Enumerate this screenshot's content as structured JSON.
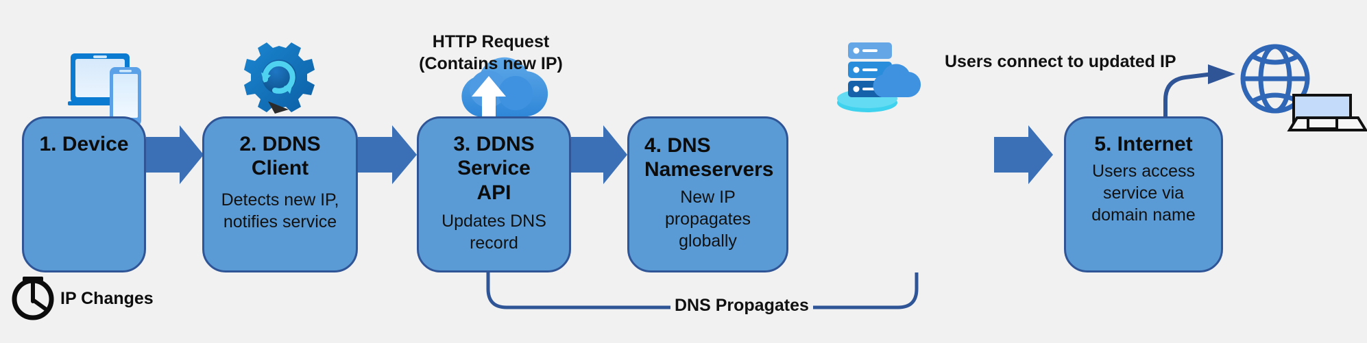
{
  "diagram": {
    "title": "Dynamic DNS update flow",
    "background_color": "#f1f1f1",
    "node_fill": "#5b9bd5",
    "node_stroke": "#2f5597",
    "arrow_color": "#3b6fb6",
    "connector_color": "#2f5597"
  },
  "nodes": [
    {
      "title": "1. Device",
      "desc": "",
      "icon": "devices-monitor-phone-icon"
    },
    {
      "title": "2. DDNS Client",
      "desc": "Detects new IP,\nnotifies service",
      "icon": "gear-sync-icon"
    },
    {
      "title": "3. DDNS Service\nAPI",
      "desc": "Updates DNS record",
      "icon": "cloud-upload-icon"
    },
    {
      "title": "4. DNS\nNameservers",
      "desc": "New IP propagates\nglobally",
      "icon": "dns-server-stack-icon"
    },
    {
      "title": "5. Internet",
      "desc": "Users access\nservice via\ndomain name",
      "icon": "globe-laptop-icon"
    }
  ],
  "annotations": {
    "http_request": "HTTP Request\n(Contains new IP)",
    "users_connect": "Users connect to updated IP",
    "ip_changes": "IP Changes",
    "dns_propagates": "DNS Propagates"
  },
  "icons": {
    "clock": "stopwatch-icon",
    "globe": "globe-icon",
    "laptop": "laptop-icon"
  }
}
